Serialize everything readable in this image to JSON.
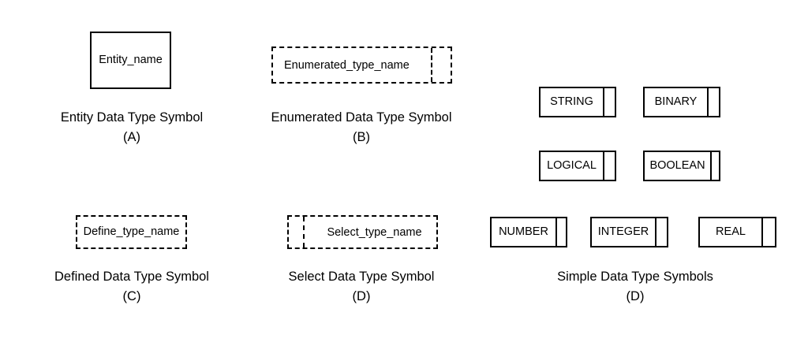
{
  "diagram": {
    "title_present": false,
    "background_color": "#ffffff",
    "line_color": "#000000",
    "text_color": "#000000",
    "symbols": [
      {
        "id": "entity",
        "label": "Entity_name",
        "caption": "Entity Data Type Symbol",
        "caption_letter": "(A)",
        "border_style": "solid",
        "divider": "none"
      },
      {
        "id": "enumerated",
        "label": "Enumerated_type_name",
        "caption": "Enumerated Data Type Symbol",
        "caption_letter": "(B)",
        "border_style": "dashed",
        "divider": "right-dashed"
      },
      {
        "id": "defined",
        "label": "Define_type_name",
        "caption": "Defined Data Type Symbol",
        "caption_letter": "(C)",
        "border_style": "dashed",
        "divider": "none"
      },
      {
        "id": "select",
        "label": "Select_type_name",
        "caption": "Select Data Type Symbol",
        "caption_letter": "(D)",
        "border_style": "dashed",
        "divider": "left-dashed"
      }
    ],
    "simple_group": {
      "caption": "Simple Data Type Symbols",
      "caption_letter": "(D)",
      "border_style": "solid",
      "divider": "right-solid",
      "items": [
        {
          "id": "string",
          "label": "STRING"
        },
        {
          "id": "binary",
          "label": "BINARY"
        },
        {
          "id": "logical",
          "label": "LOGICAL"
        },
        {
          "id": "boolean",
          "label": "BOOLEAN"
        },
        {
          "id": "number",
          "label": "NUMBER"
        },
        {
          "id": "integer",
          "label": "INTEGER"
        },
        {
          "id": "real",
          "label": "REAL"
        }
      ]
    }
  }
}
